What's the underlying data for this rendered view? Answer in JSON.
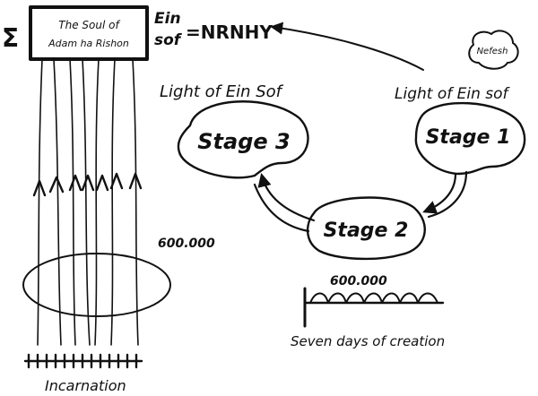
{
  "sigma": "Σ",
  "soul_box": {
    "line1": "The Soul of",
    "line2": "Adam ha Rishon"
  },
  "ein_sof_top": {
    "line1": "Ein",
    "line2": "sof",
    "equation": "=NRNHY"
  },
  "light_left": "Light of Ein Sof",
  "light_right": "Light of Ein sof",
  "nefesh": "Nefesh",
  "stages": {
    "stage1": "Stage 1",
    "stage2": "Stage 2",
    "stage3": "Stage 3"
  },
  "count_left": "600.000",
  "count_right": "600.000",
  "seven_days": "Seven days of creation",
  "incarnation": "Incarnation",
  "colors": {
    "ink": "#111111",
    "paper": "#ffffff"
  }
}
